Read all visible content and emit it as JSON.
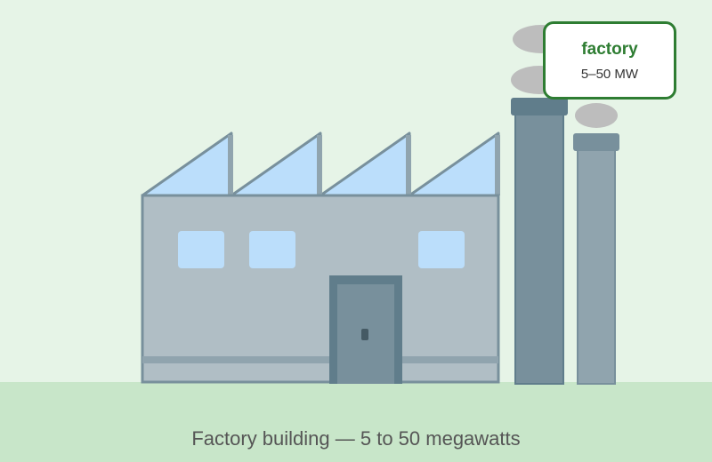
{
  "label": {
    "title": "factory",
    "subtitle": "5–50 MW"
  },
  "caption": "Factory building — 5 to 50 megawatts",
  "colors": {
    "background": "#e6f4e7",
    "ground": "#c8e6c9",
    "wall": "#b0bec5",
    "wall_stroke": "#78909c",
    "glass": "#bbdefb",
    "door": "#78909c",
    "door_frame": "#607d8b",
    "chimney": "#78909c",
    "chimney_small": "#90a4ae",
    "smoke": "#bdbdbd",
    "accent": "#2e7d32"
  },
  "icons": [
    "factory-building",
    "chimney",
    "smoke-puff",
    "door",
    "window"
  ]
}
